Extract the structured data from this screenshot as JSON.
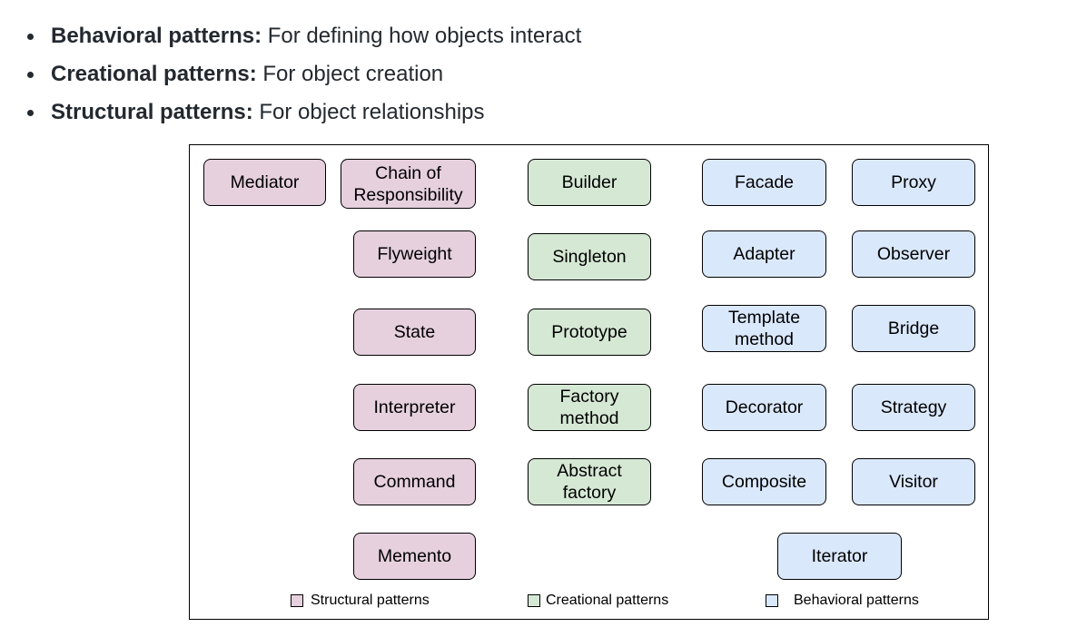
{
  "bullets": [
    {
      "bold": "Behavioral patterns:",
      "text": " For defining how objects interact"
    },
    {
      "bold": "Creational patterns:",
      "text": " For object creation"
    },
    {
      "bold": "Structural patterns:",
      "text": " For object relationships"
    }
  ],
  "diagram": {
    "colors": {
      "structural": "#e6d0de",
      "creational": "#d5e8d4",
      "behavioral": "#dae8fc",
      "border": "#000000"
    },
    "nodes": {
      "mediator": "Mediator",
      "chain_of_responsibility": "Chain of\nResponsibility",
      "flyweight": "Flyweight",
      "state": "State",
      "interpreter": "Interpreter",
      "command": "Command",
      "memento": "Memento",
      "builder": "Builder",
      "singleton": "Singleton",
      "prototype": "Prototype",
      "factory_method": "Factory\nmethod",
      "abstract_factory": "Abstract\nfactory",
      "facade": "Facade",
      "proxy": "Proxy",
      "adapter": "Adapter",
      "observer": "Observer",
      "template_method": "Template\nmethod",
      "bridge": "Bridge",
      "decorator": "Decorator",
      "strategy": "Strategy",
      "composite": "Composite",
      "visitor": "Visitor",
      "iterator": "Iterator"
    },
    "legend": {
      "structural": "Structural patterns",
      "creational": "Creational patterns",
      "behavioral": "Behavioral patterns"
    }
  }
}
